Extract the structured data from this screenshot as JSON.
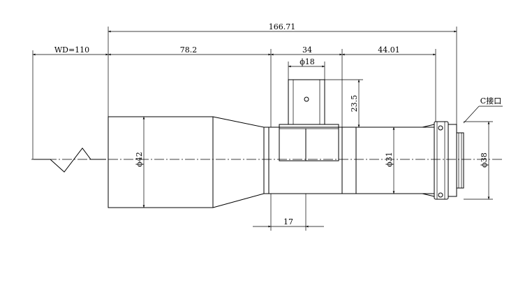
{
  "drawing": {
    "dimensions": {
      "overall_length": "166.71",
      "working_distance": "WD=110",
      "front_length": "78.2",
      "cube_width": "34",
      "rear_length": "44.01",
      "port_diameter": "ϕ18",
      "port_height": "23.5",
      "cube_offset": "17",
      "front_diameter": "ϕ42",
      "body_diameter": "ϕ31",
      "mount_diameter": "ϕ38"
    },
    "mount_label": "C接口"
  }
}
